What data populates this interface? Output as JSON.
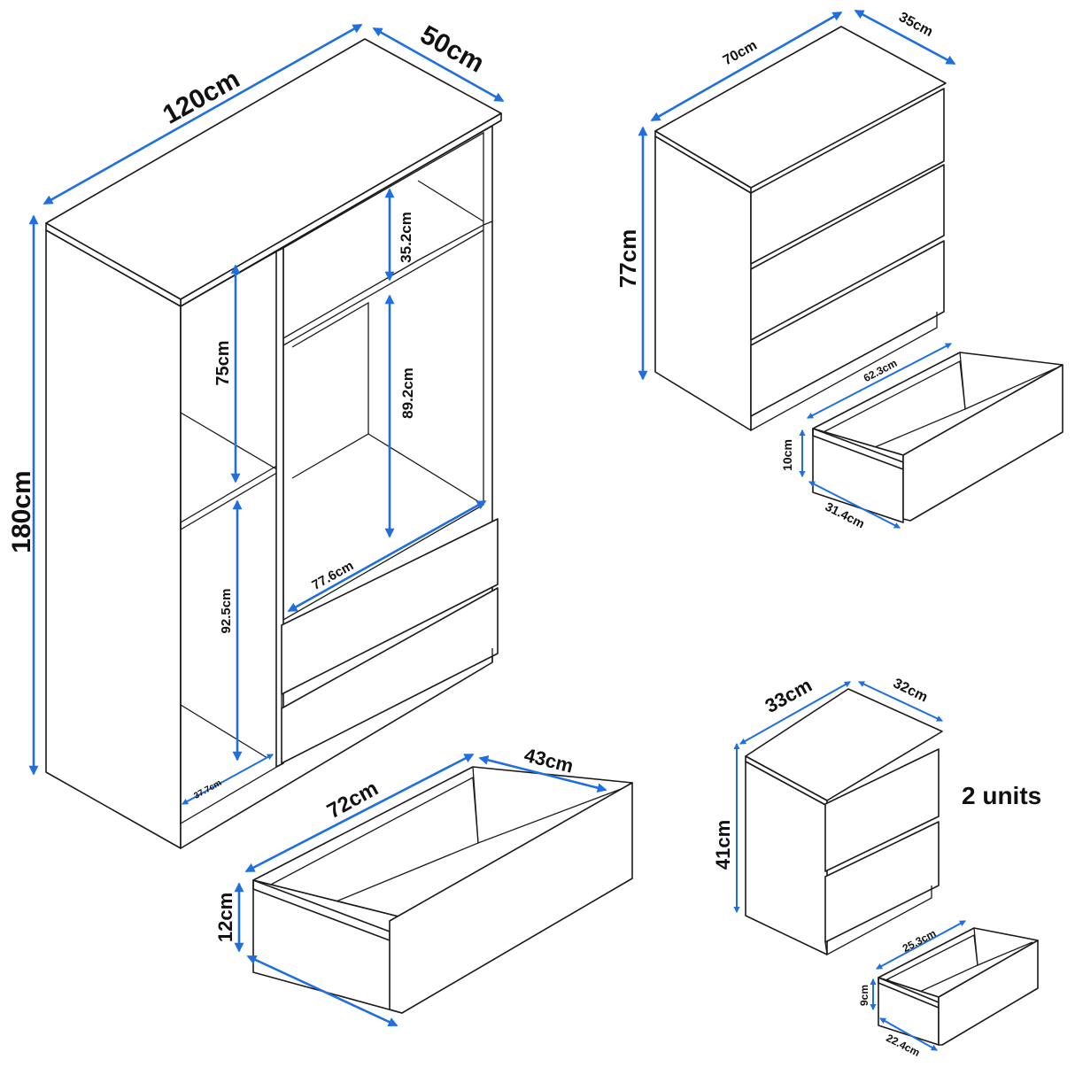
{
  "wardrobe": {
    "width_label": "120cm",
    "depth_label": "50cm",
    "height_label": "180cm",
    "top_shelf_label": "35.2cm",
    "hanging_label": "89.2cm",
    "left_upper_label": "75cm",
    "left_lower_label": "92.5cm",
    "inner_width_label": "77.6cm",
    "left_inner_width_label": "37.7cm"
  },
  "wardrobe_drawer": {
    "width_label": "72cm",
    "depth_label": "43cm",
    "height_label": "12cm"
  },
  "chest": {
    "width_label": "70cm",
    "depth_label": "35cm",
    "height_label": "77cm"
  },
  "chest_drawer": {
    "width_label": "62.3cm",
    "depth_label": "31.4cm",
    "height_label": "10cm"
  },
  "bedside": {
    "width_label": "33cm",
    "depth_label": "32cm",
    "height_label": "41cm",
    "units_label": "2 units"
  },
  "bedside_drawer": {
    "width_label": "25.3cm",
    "depth_label": "22.4cm",
    "height_label": "9cm"
  },
  "colors": {
    "dimension_line": "#1f6fe0",
    "outline": "#1a1a1a"
  }
}
